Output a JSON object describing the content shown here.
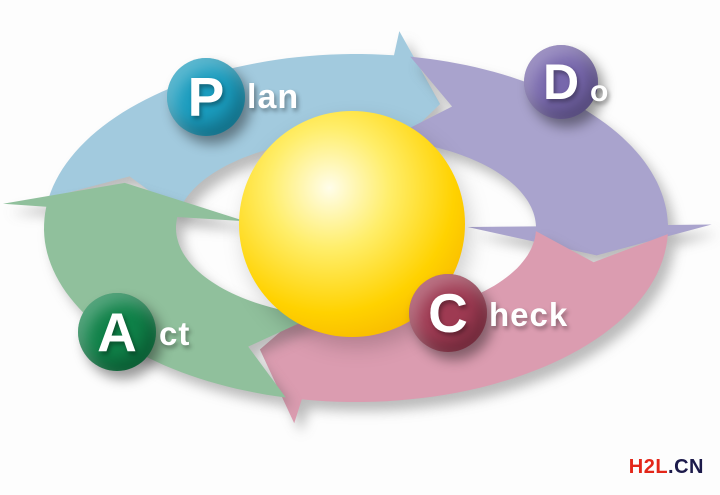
{
  "diagram": {
    "segments": [
      {
        "id": "plan",
        "letter": "P",
        "rest": "lan",
        "band_color": "#a2cade",
        "badge_color": "#1a9cbe"
      },
      {
        "id": "do",
        "letter": "D",
        "rest": "o",
        "band_color": "#a9a3cd",
        "badge_color": "#7767ac"
      },
      {
        "id": "check",
        "letter": "C",
        "rest": "heck",
        "band_color": "#db9cb0",
        "badge_color": "#9e3a52"
      },
      {
        "id": "act",
        "letter": "A",
        "rest": "ct",
        "band_color": "#90c09c",
        "badge_color": "#0f8148"
      }
    ],
    "sphere_colors": {
      "highlight": "#fffdea",
      "light": "#ffee6a",
      "mid": "#ffd200",
      "edge": "#f09f00"
    }
  },
  "watermark": {
    "primary": "H2L",
    "secondary": ".CN",
    "primary_color": "#e32619",
    "secondary_color": "#1c1a4a"
  }
}
